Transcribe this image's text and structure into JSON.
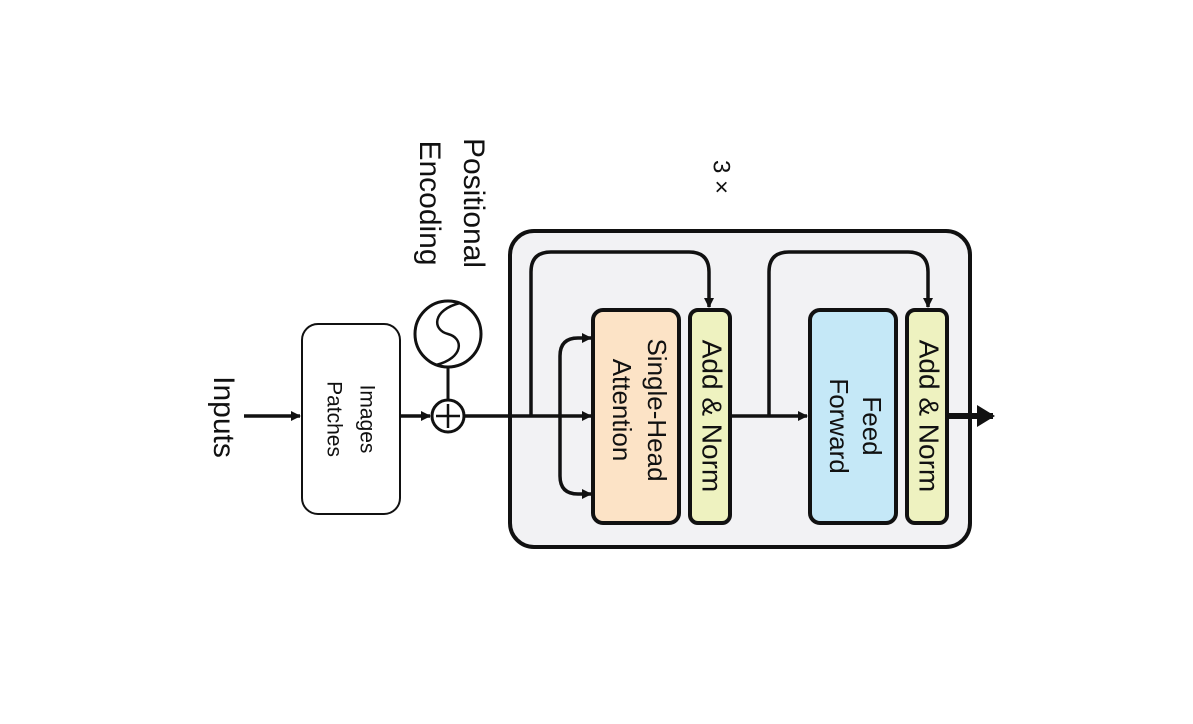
{
  "labels": {
    "inputs": "Inputs",
    "patches_line1": "Images",
    "patches_line2": "Patches",
    "pos_line1": "Positional",
    "pos_line2": "Encoding",
    "repeat": "3 ×",
    "attn_line1": "Single-Head",
    "attn_line2": "Attention",
    "addnorm_1": "Add & Norm",
    "ff_line1": "Feed",
    "ff_line2": "Forward",
    "addnorm_2": "Add & Norm"
  },
  "colors": {
    "stroke": "#111111",
    "block_bg": "#f2f2f4",
    "attention_fill": "#fce3c6",
    "addnorm_fill": "#eef2c0",
    "feedforward_fill": "#c5e8f7",
    "patches_fill": "#ffffff"
  }
}
